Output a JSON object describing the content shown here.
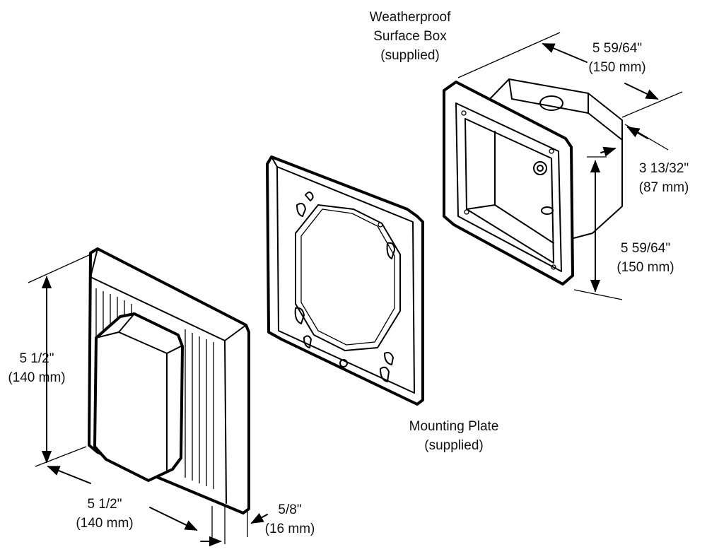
{
  "labels": {
    "surface_box": {
      "line1": "Weatherproof",
      "line2": "Surface Box",
      "line3": "(supplied)"
    },
    "box_width": {
      "line1": "5 59/64\"",
      "line2": "(150 mm)"
    },
    "box_depth": {
      "line1": "3 13/32\"",
      "line2": "(87 mm)"
    },
    "box_height": {
      "line1": "5 59/64\"",
      "line2": "(150 mm)"
    },
    "mounting_plate": {
      "line1": "Mounting Plate",
      "line2": "(supplied)"
    },
    "device_height": {
      "line1": "5 1/2\"",
      "line2": "(140 mm)"
    },
    "device_width": {
      "line1": "5 1/2\"",
      "line2": "(140 mm)"
    },
    "device_depth": {
      "line1": "5/8\"",
      "line2": "(16 mm)"
    }
  },
  "colors": {
    "line": "#000000",
    "background": "#ffffff"
  }
}
